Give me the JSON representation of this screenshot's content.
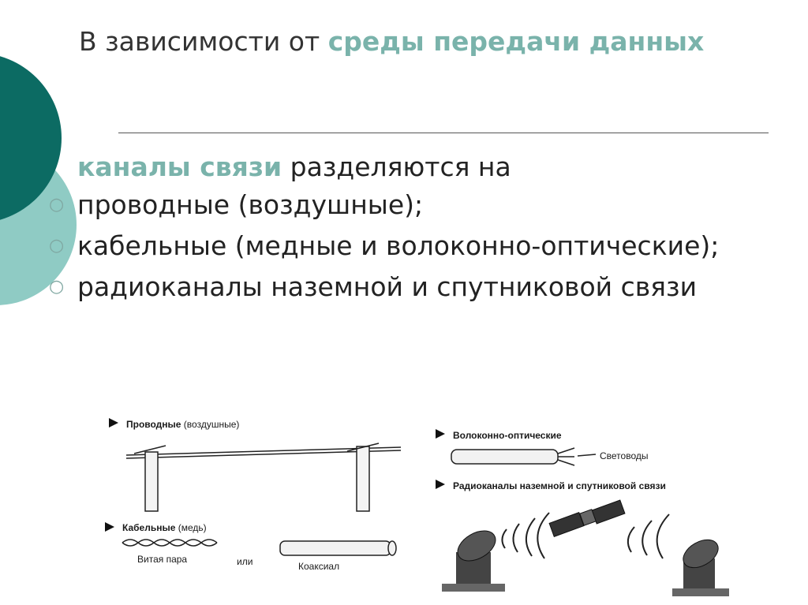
{
  "slide": {
    "title": {
      "prefix": "В зависимости от ",
      "accent": "среды передачи данных"
    },
    "lead": {
      "accent": "каналы связи",
      "rest": " разделяются на"
    },
    "items": [
      "проводные (воздушные);",
      "кабельные (медные и волоконно-оптические);",
      "радиоканалы наземной и спутниковой связи"
    ],
    "bullet_glyph": "○"
  },
  "figure": {
    "wired": {
      "bold": "Проводные",
      "rest": " (воздушные)"
    },
    "cable": {
      "bold": "Кабельные",
      "rest": " (медь)"
    },
    "twisted_pair": "Витая пара",
    "or": "или",
    "coax": "Коаксиал",
    "fiber": "Волоконно-оптические",
    "lightguides": "Световоды",
    "radio": "Радиоканалы наземной и спутниковой связи"
  },
  "colors": {
    "deco_dark": "#0c6b63",
    "deco_light": "#8fcbc4",
    "accent": "#7ab3ab",
    "bullet": "#7fa7a1"
  },
  "icons": {
    "bullet": "hollow-circle",
    "figure_markers": "triangle-right"
  }
}
